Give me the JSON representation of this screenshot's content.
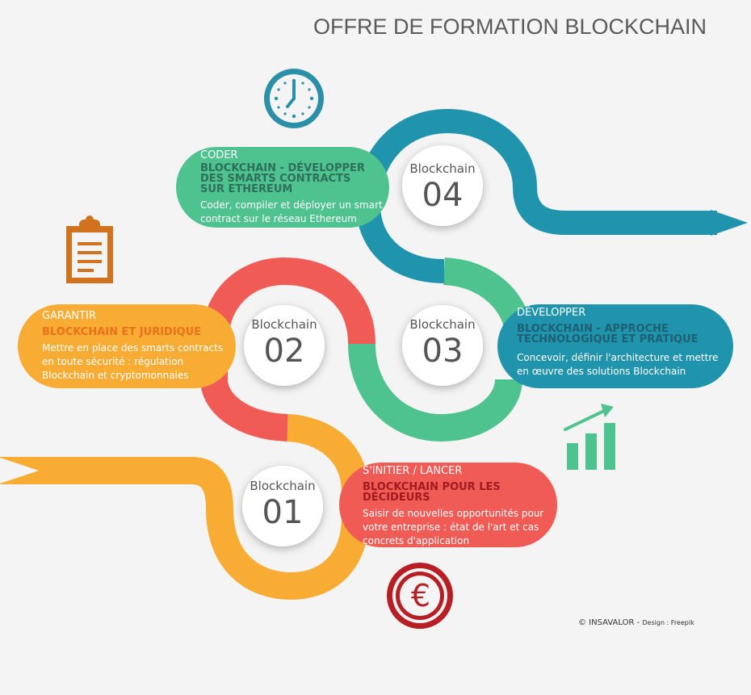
{
  "title": "OFFRE DE FORMATION BLOCKCHAIN",
  "colors": {
    "orange": "#f8ac33",
    "red": "#f15b55",
    "green": "#4ec28f",
    "teal": "#2194ad",
    "euro": "#b71f25",
    "clipboard": "#d1721e",
    "clock": "#2b8fa8"
  },
  "icons": [
    "clock-icon",
    "clipboard-icon",
    "growth-chart-icon",
    "euro-icon"
  ],
  "steps": [
    {
      "circle_label": "Blockchain",
      "number": "01",
      "category": "S'INITIER /  LANCER",
      "heading_line1": "BLOCKCHAIN POUR LES",
      "heading_line2": "DÉCIDEURS",
      "description_lines": [
        "Saisir de nouvelles opportunités pour",
        "votre entreprise : état de l'art et cas",
        "concrets d'application"
      ]
    },
    {
      "circle_label": "Blockchain",
      "number": "02",
      "category": "GARANTIR",
      "heading_line1": "BLOCKCHAIN ET JURIDIQUE",
      "description_lines": [
        "Mettre en place des smarts contracts",
        "en toute sécurité  :  régulation",
        "Blockchain et cryptomonnaies"
      ]
    },
    {
      "circle_label": "Blockchain",
      "number": "03",
      "category": "DÉVELOPPER",
      "heading_line1": "BLOCKCHAIN - APPROCHE",
      "heading_line2": "TECHNOLOGIQUE ET PRATIQUE",
      "description_lines": [
        "Concevoir, définir  l'architecture et mettre",
        "en œuvre des solutions Blockchain"
      ]
    },
    {
      "circle_label": "Blockchain",
      "number": "04",
      "category": "CODER",
      "heading_line1": "BLOCKCHAIN - DÉVELOPPER",
      "heading_line2": "DES SMARTS CONTRACTS",
      "heading_line3": "SUR ETHEREUM",
      "description_lines": [
        "Coder, compiler et déployer un smart",
        "contract sur le réseau Ethereum"
      ]
    }
  ],
  "credit": {
    "main": "© INSAVALOR",
    "sep": " - ",
    "design": "Design : Freepik"
  }
}
